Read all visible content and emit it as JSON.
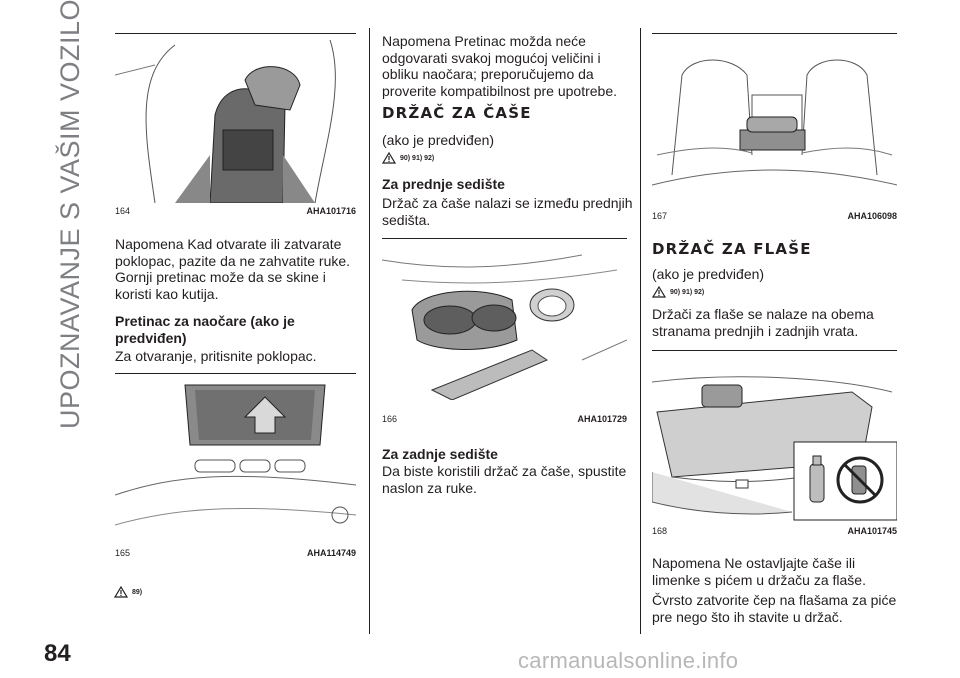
{
  "side_title": "UPOZNAVANJE S VAŠIM VOZILOM",
  "page_number": "84",
  "watermark": "carmanualsonline.info",
  "col1": {
    "fig164": {
      "num": "164",
      "code": "AHA101716"
    },
    "para1": "Napomena  Kad otvarate ili zatvarate poklopac, pazite da ne zahvatite ruke. Gornji pretinac može da se skine i koristi kao kutija.",
    "heading1": "Pretinac za naočare (ako je predviđen)",
    "para2": "Za otvaranje, pritisnite poklopac.",
    "fig165": {
      "num": "165",
      "code": "AHA114749"
    },
    "warn_refs": "89)"
  },
  "col2": {
    "para1": "Napomena  Pretinac možda neće odgovarati svakoj mogućoj veličini i obliku naočara; preporučujemo da proverite kompatibilnost pre upotrebe.",
    "heading_big": "DRŽAČ ZA ČAŠE",
    "note": "(ako je predviđen)",
    "warn_refs": "90) 91) 92)",
    "heading1": "Za prednje sedište",
    "para2": "Držač za čaše nalazi se između prednjih sedišta.",
    "fig166": {
      "num": "166",
      "code": "AHA101729"
    },
    "heading2": "Za zadnje sedište",
    "para3": "Da biste koristili držač za čaše, spustite naslon za ruke."
  },
  "col3": {
    "fig167": {
      "num": "167",
      "code": "AHA106098"
    },
    "heading_big": "DRŽAČ ZA FLAŠE",
    "note": "(ako je predviđen)",
    "warn_refs": "90) 91) 92)",
    "para1": "Držači za flaše se nalaze na obema stranama prednjih i zadnjih vrata.",
    "fig168": {
      "num": "168",
      "code": "AHA101745"
    },
    "para2": "Napomena  Ne ostavljajte čaše ili limenke s pićem u držaču za flaše.",
    "para3": "Čvrsto zatvorite čep na flašama za piće pre nego što ih stavite u držač."
  }
}
